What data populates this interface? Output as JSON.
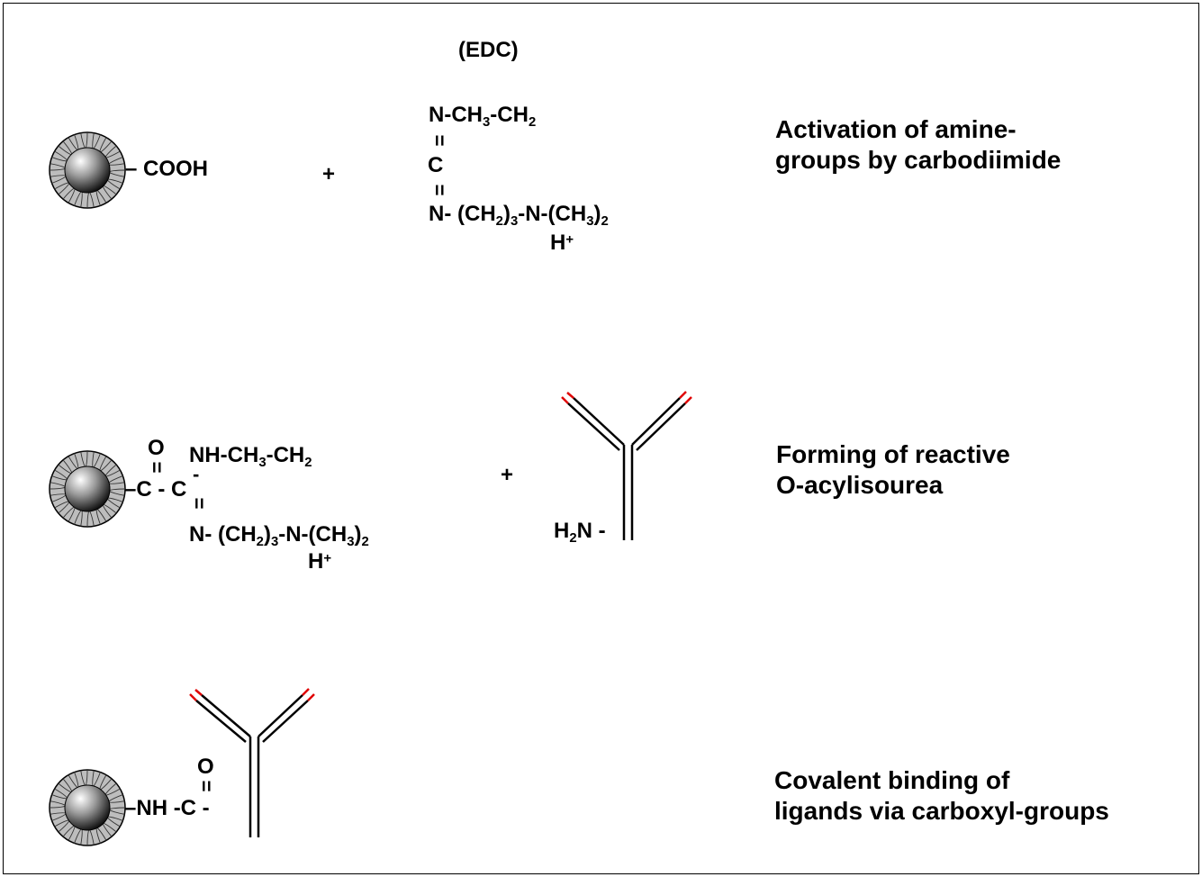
{
  "reactant_edc": {
    "label": "(EDC)",
    "line1": {
      "a": "N-CH",
      "s1": "3",
      "b": "-CH",
      "s2": "2"
    },
    "dbl1": "=",
    "carbon": "C",
    "dbl2": "=",
    "line3": {
      "a": "N- (CH",
      "s1": "2",
      "b": ")",
      "s2": "3",
      "c": "-N-(CH",
      "s3": "3",
      "d": ")",
      "s4": "2"
    },
    "proton": {
      "h": "H",
      "plus": "+"
    }
  },
  "step1": {
    "group": "COOH",
    "bond": "–",
    "plus": "+",
    "description": [
      "Activation of amine-",
      "groups by carbodiimide"
    ]
  },
  "step2": {
    "carbonyl_o": "O",
    "carbonyl_dbl": "=",
    "chain": "C - C",
    "line_top": {
      "a": "NH-CH",
      "s1": "3",
      "b": "-CH",
      "s2": "2"
    },
    "single_tick": "-",
    "dbl": "=",
    "line_bottom": {
      "a": "N- (CH",
      "s1": "2",
      "b": ")",
      "s2": "3",
      "c": "-N-(CH",
      "s3": "3",
      "d": ")",
      "s4": "2"
    },
    "proton": {
      "h": "H",
      "plus": "+"
    },
    "plus": "+",
    "amine": {
      "a": "H",
      "s1": "2",
      "b": "N -"
    },
    "description": [
      "Forming of reactive",
      "O-acylisourea"
    ]
  },
  "step3": {
    "carbonyl_o": "O",
    "carbonyl_dbl": "=",
    "link": "NH -C -",
    "description": [
      "Covalent binding of",
      "ligands via carboxyl-groups"
    ]
  },
  "colors": {
    "antibody_tip": "#e00000",
    "antibody_line": "#000000",
    "bead_shell": "#bdbdbd"
  }
}
